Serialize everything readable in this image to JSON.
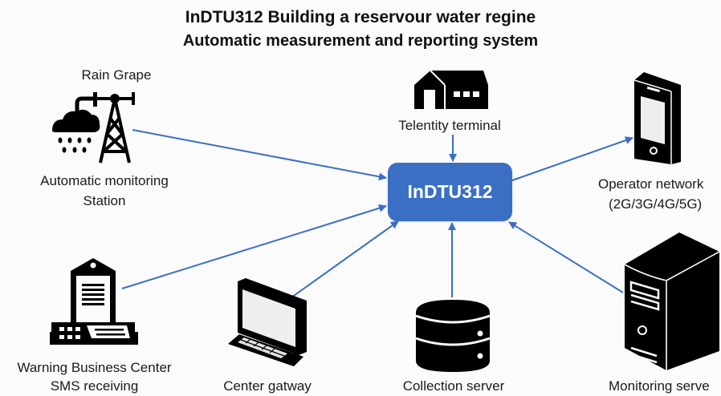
{
  "title": {
    "line1": "InDTU312 Building a reservour water regine",
    "line2": "Automatic measurement and reporting system"
  },
  "hub": {
    "label": "InDTU312",
    "color": "#3a6fc4"
  },
  "link_color": "#3a6fc4",
  "nodes": {
    "rain_station": {
      "top_label": "Rain Grape",
      "bottom_label_1": "Automatic monitoring",
      "bottom_label_2": "Station",
      "icon": "rain-tower-icon"
    },
    "telemetry": {
      "label": "Telentity terminal",
      "icon": "house-icon"
    },
    "operator": {
      "label_1": "Operator network",
      "label_2": "(2G/3G/4G/5G)",
      "icon": "mobile-phone-icon"
    },
    "warning_center": {
      "label_1": "Warning Business Center",
      "label_2": "SMS receiving",
      "icon": "sms-terminal-icon"
    },
    "gateway": {
      "label": "Center gatway",
      "icon": "laptop-icon"
    },
    "collection": {
      "label": "Collection server",
      "icon": "database-icon"
    },
    "monitoring": {
      "label": "Monitoring serve",
      "icon": "server-tower-icon"
    }
  },
  "connections": [
    {
      "from": "rain_station",
      "to": "hub",
      "direction": "to-hub"
    },
    {
      "from": "telemetry",
      "to": "hub",
      "direction": "to-hub"
    },
    {
      "from": "hub",
      "to": "operator",
      "direction": "from-hub"
    },
    {
      "from": "warning_center",
      "to": "hub",
      "direction": "to-hub"
    },
    {
      "from": "gateway",
      "to": "hub",
      "direction": "to-hub"
    },
    {
      "from": "collection",
      "to": "hub",
      "direction": "to-hub"
    },
    {
      "from": "monitoring",
      "to": "hub",
      "direction": "to-hub"
    }
  ]
}
